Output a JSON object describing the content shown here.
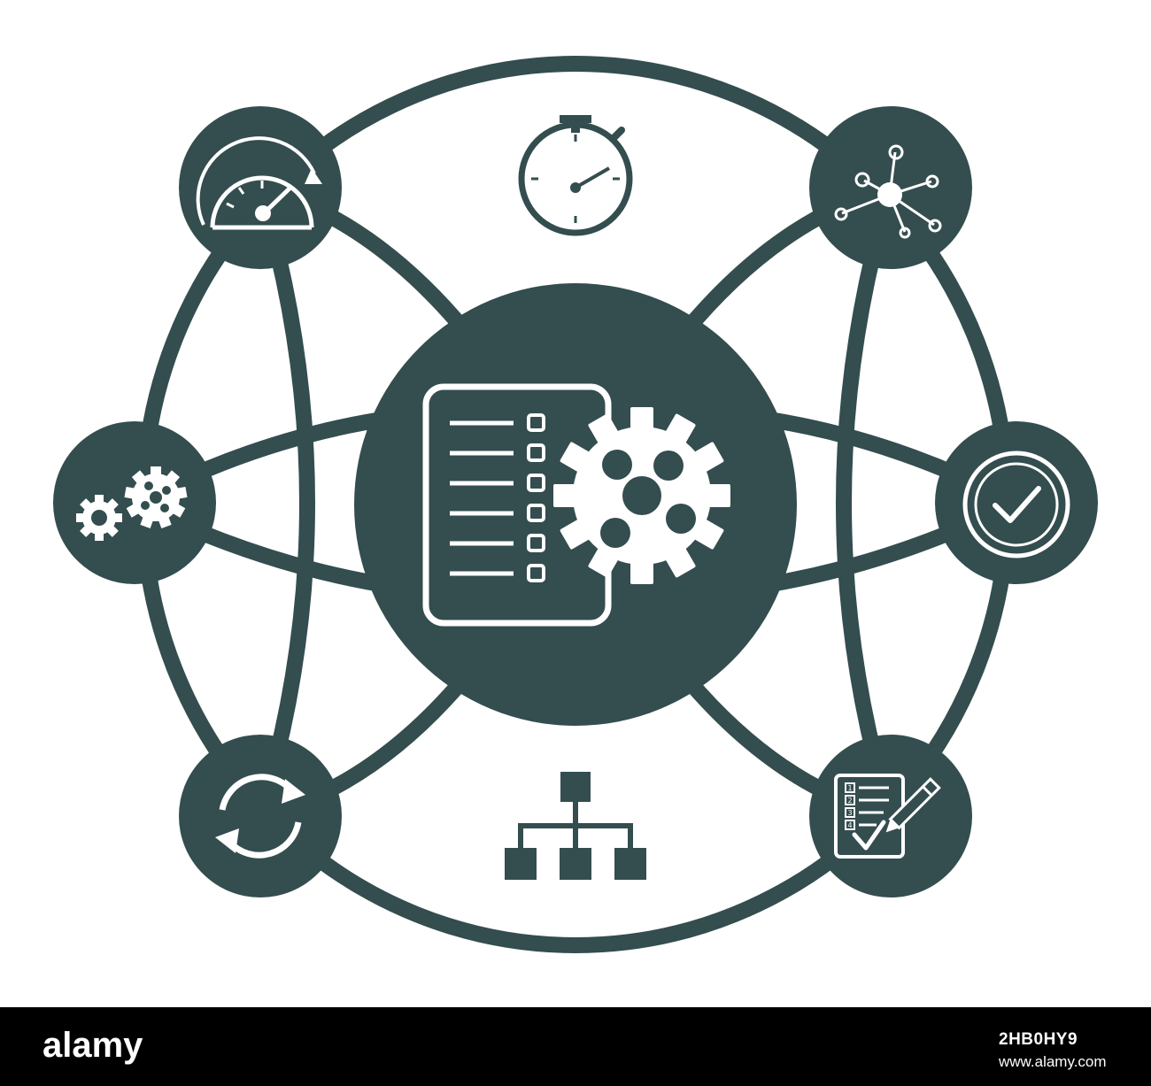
{
  "colors": {
    "node": "#344d4f",
    "icon": "#ffffff",
    "background": "#ffffff",
    "footer": "#000000"
  },
  "diagram": {
    "hub": {
      "icon": "checklist-gear-icon"
    },
    "nodes": [
      {
        "icon": "speedometer-icon"
      },
      {
        "icon": "stopwatch-icon"
      },
      {
        "icon": "network-icon"
      },
      {
        "icon": "gears-icon"
      },
      {
        "icon": "checkmark-circle-icon"
      },
      {
        "icon": "refresh-icon"
      },
      {
        "icon": "hierarchy-icon"
      },
      {
        "icon": "checklist-pencil-icon"
      }
    ],
    "checklist_numbers": [
      "1",
      "2",
      "3",
      "4"
    ]
  },
  "footer": {
    "logo_text": "alamy",
    "image_code": "2HB0HY9",
    "site": "www.alamy.com"
  }
}
